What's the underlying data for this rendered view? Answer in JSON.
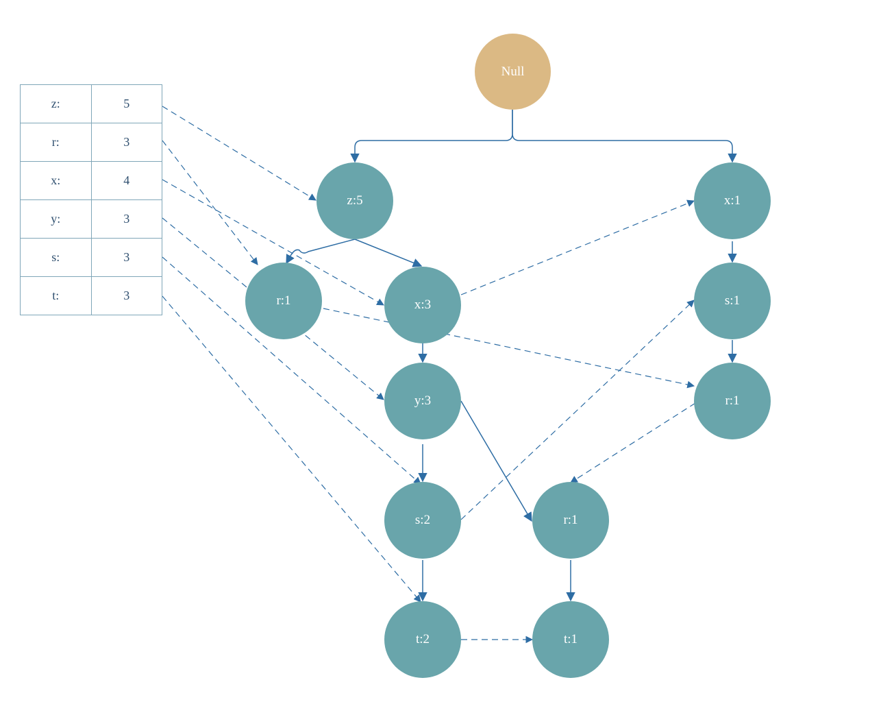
{
  "header_table": {
    "rows": [
      {
        "item": "z:",
        "count": "5"
      },
      {
        "item": "r:",
        "count": "3"
      },
      {
        "item": "x:",
        "count": "4"
      },
      {
        "item": "y:",
        "count": "3"
      },
      {
        "item": "s:",
        "count": "3"
      },
      {
        "item": "t:",
        "count": "3"
      }
    ]
  },
  "tree": {
    "root": "Null",
    "nodes": {
      "z5": "z:5",
      "r1a": "r:1",
      "x3": "x:3",
      "y3": "y:3",
      "s2": "s:2",
      "t2": "t:2",
      "r1b": "r:1",
      "t1a": "t:1",
      "x1": "x:1",
      "s1": "s:1",
      "r1c": "r:1"
    }
  },
  "colors": {
    "node_fill": "#69a5ab",
    "root_fill": "#dbb984",
    "edge": "#2e6da4",
    "table_border": "#7fa6b8"
  }
}
